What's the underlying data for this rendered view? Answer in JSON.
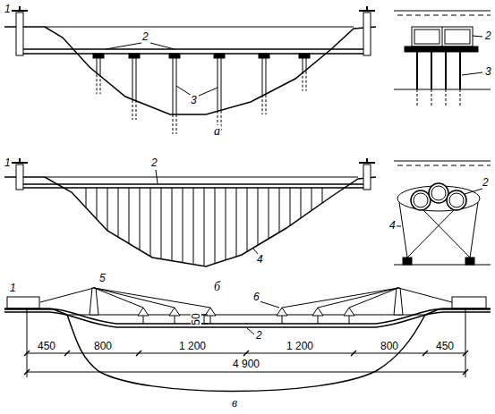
{
  "diagram": {
    "labels": [
      "1",
      "2",
      "3",
      "а",
      "2",
      "3",
      "1",
      "2",
      "4",
      "б",
      "2",
      "4",
      "1",
      "5",
      "6",
      "2",
      "50",
      "450",
      "800",
      "1 200",
      "1 200",
      "800",
      "450",
      "4 900",
      "в"
    ]
  }
}
